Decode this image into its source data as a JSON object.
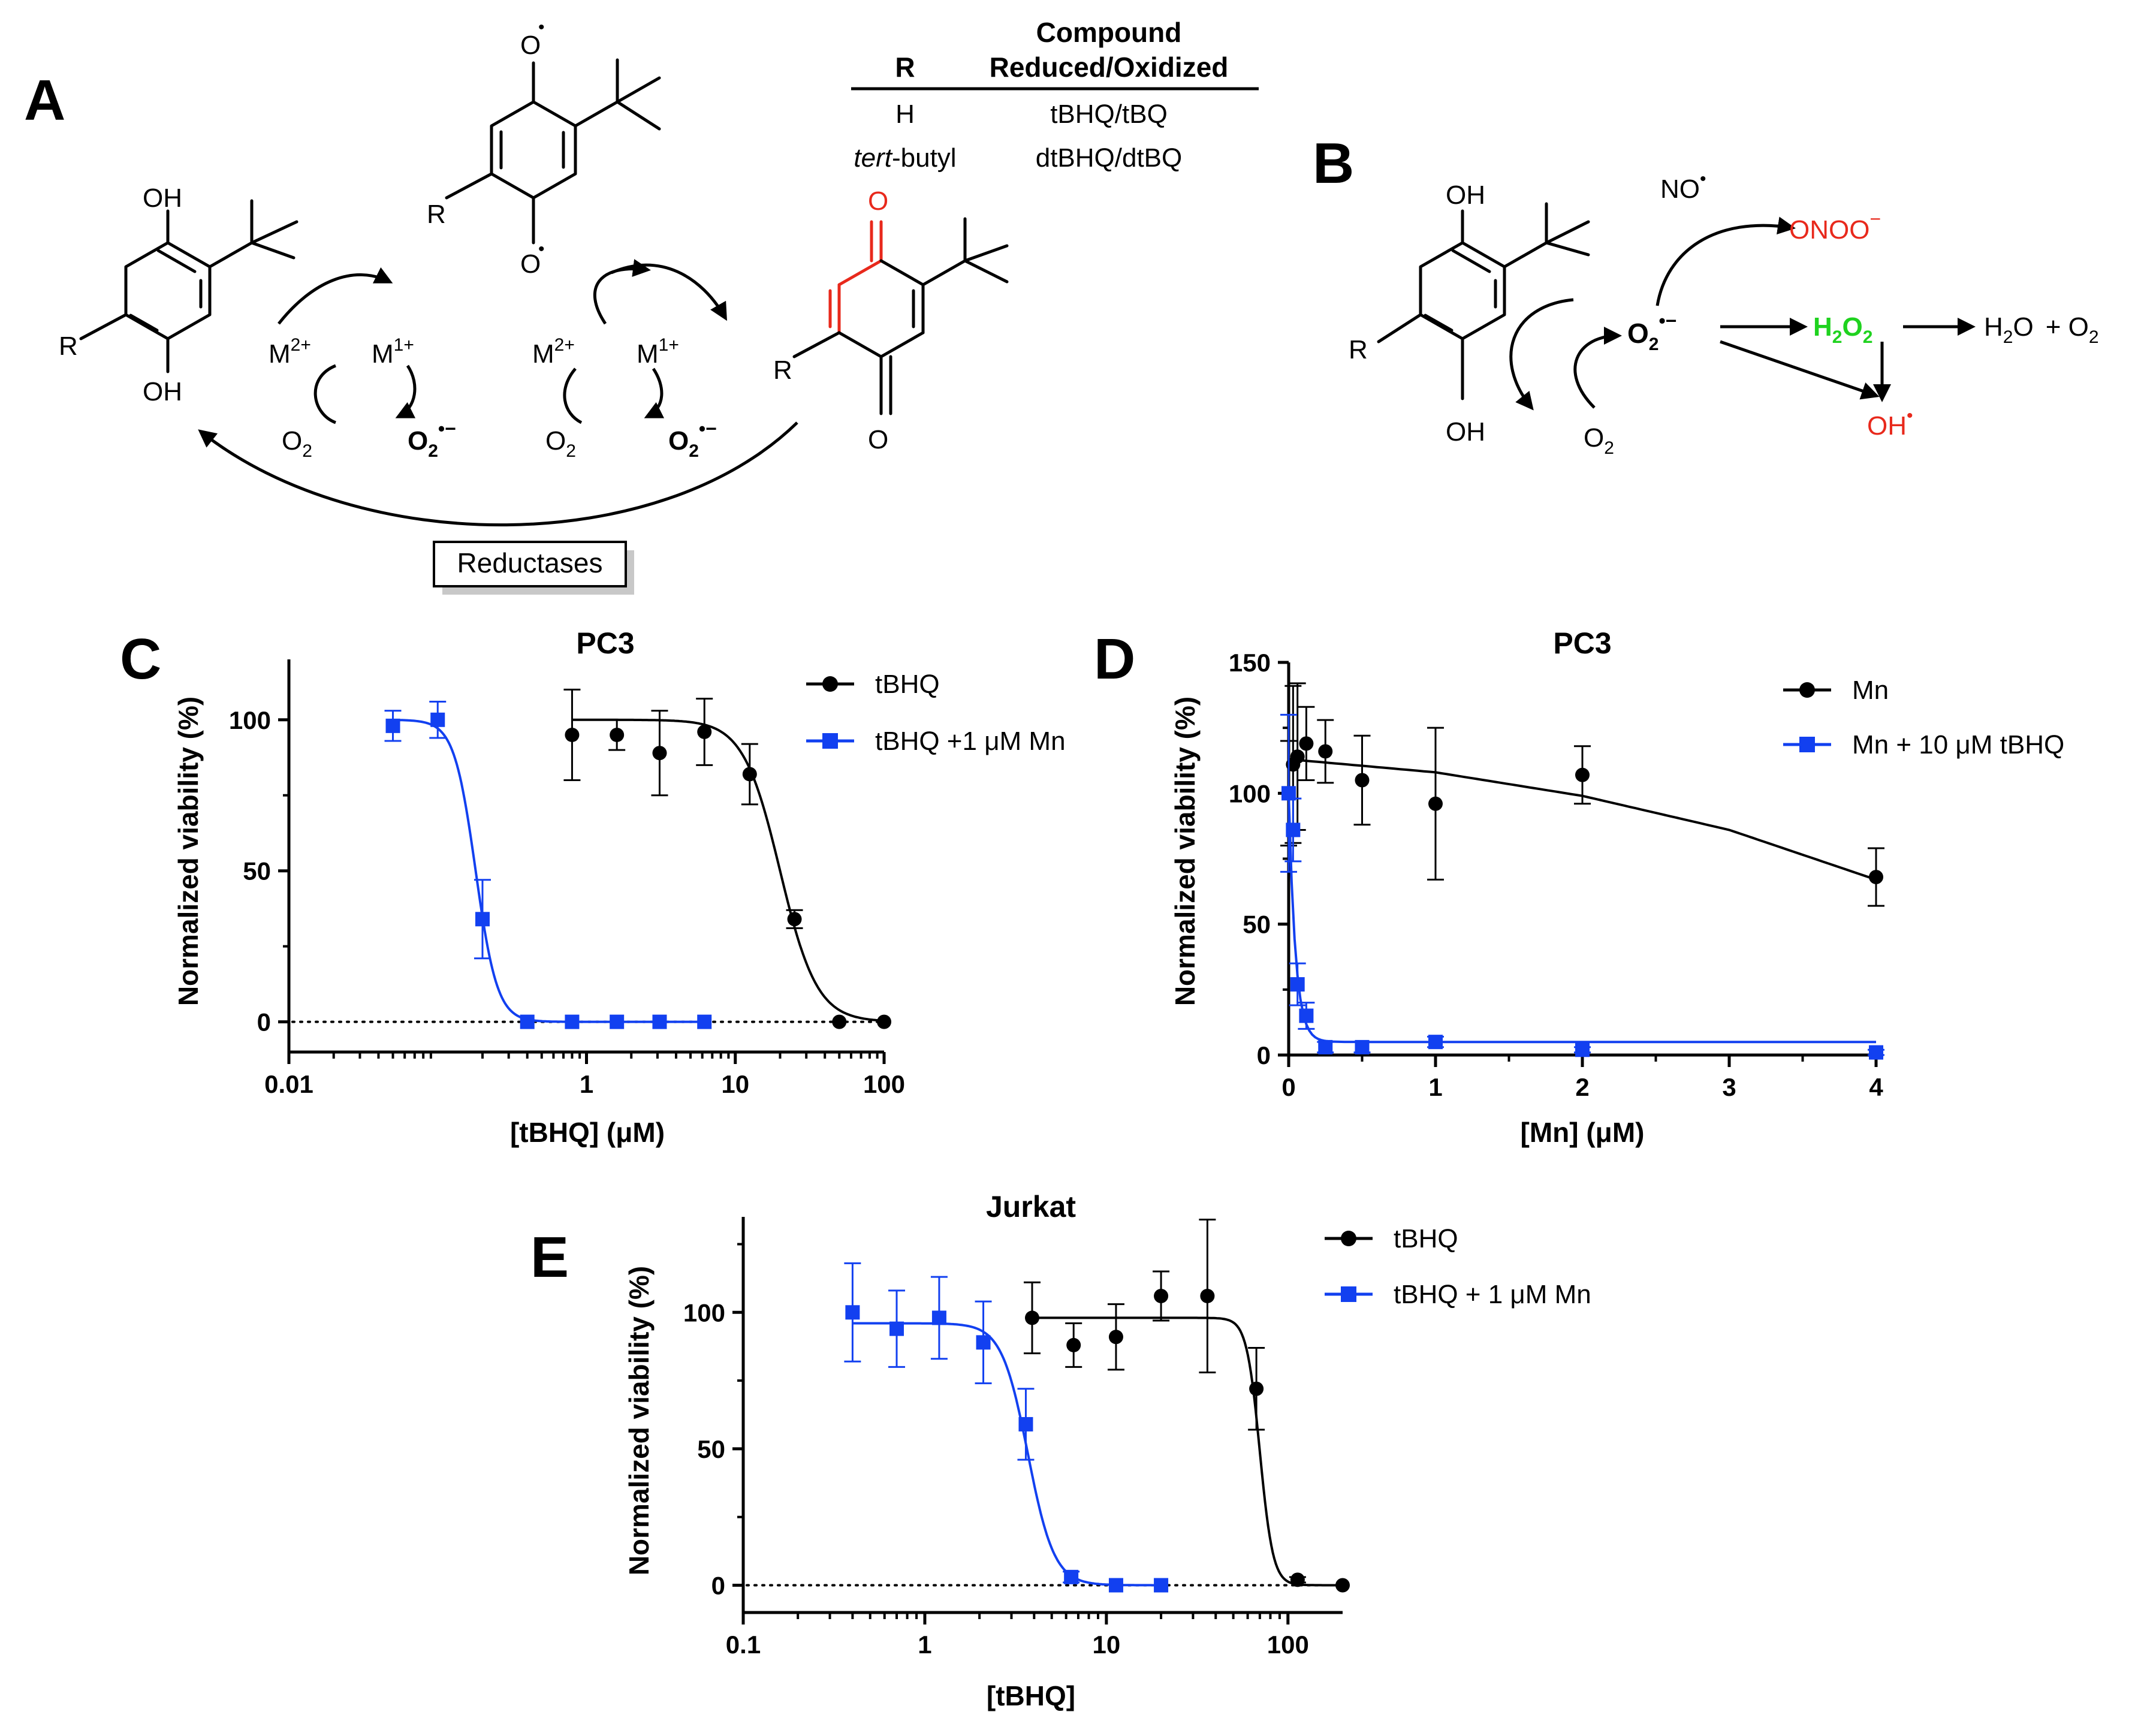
{
  "panel_letters": {
    "a": "A",
    "b": "B",
    "c": "C",
    "d": "D",
    "e": "E"
  },
  "scheme_a": {
    "table_header_compound": "Compound",
    "table_header_r": "R",
    "table_header_redox": "Reduced/Oxidized",
    "rows": [
      {
        "r": "H",
        "compound": "tBHQ/tBQ"
      },
      {
        "r_italic": "tert",
        "r_rest": "-butyl",
        "compound": "dtBHQ/dtBQ"
      }
    ],
    "oh_top": "OH",
    "oh_bottom": "OH",
    "r_label": "R",
    "o_label": "O",
    "metal_high": "M",
    "metal_high_charge": "2+",
    "metal_low": "M",
    "metal_low_charge": "1+",
    "oxygen": "O",
    "oxygen_sub": "2",
    "superoxide": "O",
    "superoxide_sub": "2",
    "superoxide_charge": "•−",
    "radical_dot": "•",
    "reductases": "Reductases"
  },
  "scheme_b": {
    "oh_top": "OH",
    "oh_bottom": "OH",
    "r_label": "R",
    "nitric_oxide": "NO",
    "peroxynitrite": "ONOO",
    "peroxynitrite_charge": "−",
    "superoxide": "O",
    "superoxide_sub": "2",
    "superoxide_charge": "•−",
    "h2o2_h": "H",
    "h2o2_sub1": "2",
    "h2o2_o": "O",
    "h2o2_sub2": "2",
    "water": "H",
    "water_sub": "2",
    "water_o": "O",
    "plus_o2": "+ O",
    "plus_o2_sub": "2",
    "hydroxyl": "OH",
    "radical_dot": "•",
    "oxygen": "O",
    "oxygen_sub": "2"
  },
  "colors": {
    "black_series": "#000000",
    "blue_series": "#1240f0",
    "red_species": "#e8291c",
    "green_species": "#1fd21f"
  },
  "chart_data": [
    {
      "panel": "C",
      "type": "scatter",
      "title": "PC3",
      "xlabel": "[tBHQ] (μM)",
      "ylabel": "Normalized viability (%)",
      "xscale": "log",
      "xlim": [
        0.01,
        100
      ],
      "ylim": [
        -10,
        120
      ],
      "xticks": [
        0.01,
        1,
        10,
        100
      ],
      "xtick_labels": [
        "0.01",
        "1",
        "10",
        "100"
      ],
      "yticks": [
        0,
        50,
        100
      ],
      "ytick_labels": [
        "0",
        "50",
        "100"
      ],
      "legend_position": "top-right",
      "series": [
        {
          "name": "tBHQ",
          "marker": "circle",
          "x": [
            0.8,
            1.6,
            3.1,
            6.2,
            12.5,
            25,
            50,
            100
          ],
          "y": [
            95,
            95,
            89,
            96,
            82,
            34,
            0,
            0
          ],
          "err": [
            15,
            5,
            14,
            11,
            10,
            3,
            0,
            0
          ],
          "fit": {
            "top": 100,
            "bottom": 0,
            "ec50": 20,
            "hill": 3.5
          }
        },
        {
          "name": "tBHQ +1 μM Mn",
          "marker": "square",
          "x": [
            0.05,
            0.1,
            0.2,
            0.4,
            0.8,
            1.6,
            3.1,
            6.2
          ],
          "y": [
            98,
            100,
            34,
            0,
            0,
            0,
            0,
            0
          ],
          "err": [
            5,
            6,
            13,
            0,
            0,
            0,
            0,
            0
          ],
          "fit": {
            "top": 100,
            "bottom": 0,
            "ec50": 0.18,
            "hill": 6
          }
        }
      ]
    },
    {
      "panel": "D",
      "type": "scatter",
      "title": "PC3",
      "xlabel": "[Mn] (μM)",
      "ylabel": "Normalized viability (%)",
      "xscale": "linear",
      "xlim": [
        0,
        4
      ],
      "ylim": [
        0,
        150
      ],
      "xticks": [
        0,
        1,
        2,
        3,
        4
      ],
      "xtick_labels": [
        "0",
        "1",
        "2",
        "3",
        "4"
      ],
      "yticks": [
        0,
        50,
        100,
        150
      ],
      "ytick_labels": [
        "0",
        "50",
        "100",
        "150"
      ],
      "legend_position": "top-right",
      "series": [
        {
          "name": "Mn",
          "marker": "circle",
          "x": [
            0,
            0.03,
            0.06,
            0.12,
            0.25,
            0.5,
            1,
            2,
            4
          ],
          "y": [
            100,
            111,
            114,
            119,
            116,
            105,
            96,
            107,
            68
          ],
          "err": [
            20,
            30,
            28,
            14,
            12,
            17,
            29,
            11,
            11
          ],
          "curve": [
            [
              0,
              113
            ],
            [
              1,
              108
            ],
            [
              2,
              99
            ],
            [
              3,
              86
            ],
            [
              4,
              67
            ]
          ]
        },
        {
          "name": "Mn + 10 μM tBHQ",
          "marker": "square",
          "x": [
            0,
            0.03,
            0.06,
            0.12,
            0.25,
            0.5,
            1,
            2,
            4
          ],
          "y": [
            100,
            86,
            27,
            15,
            3,
            3,
            5,
            2,
            1
          ],
          "err": [
            30,
            12,
            8,
            5,
            2,
            2,
            2,
            1,
            1
          ],
          "fit": {
            "type": "exp_decay",
            "y0": 100,
            "plateau": 5,
            "k": 22
          }
        }
      ]
    },
    {
      "panel": "E",
      "type": "scatter",
      "title": "Jurkat",
      "xlabel": "[tBHQ]",
      "ylabel": "Normalized viability (%)",
      "xscale": "log",
      "xlim": [
        0.1,
        200
      ],
      "ylim": [
        -10,
        135
      ],
      "xticks": [
        0.1,
        1,
        10,
        100
      ],
      "xtick_labels": [
        "0.1",
        "1",
        "10",
        "100"
      ],
      "yticks": [
        0,
        50,
        100
      ],
      "ytick_labels": [
        "0",
        "50",
        "100"
      ],
      "legend_position": "top-right",
      "series": [
        {
          "name": "tBHQ",
          "marker": "circle",
          "x": [
            3.9,
            6.6,
            11.3,
            20,
            36,
            67,
            113,
            200
          ],
          "y": [
            98,
            88,
            91,
            106,
            106,
            72,
            2,
            0
          ],
          "err": [
            13,
            8,
            12,
            9,
            28,
            15,
            1,
            0
          ],
          "fit": {
            "top": 98,
            "bottom": 0,
            "ec50": 70,
            "hill": 12
          }
        },
        {
          "name": "tBHQ + 1 μM Mn",
          "marker": "square",
          "x": [
            0.4,
            0.7,
            1.2,
            2.1,
            3.6,
            6.4,
            11.3,
            20
          ],
          "y": [
            100,
            94,
            98,
            89,
            59,
            3,
            0,
            0
          ],
          "err": [
            18,
            14,
            15,
            15,
            13,
            2,
            0,
            0
          ],
          "fit": {
            "top": 96,
            "bottom": 0,
            "ec50": 3.7,
            "hill": 6
          }
        }
      ]
    }
  ]
}
